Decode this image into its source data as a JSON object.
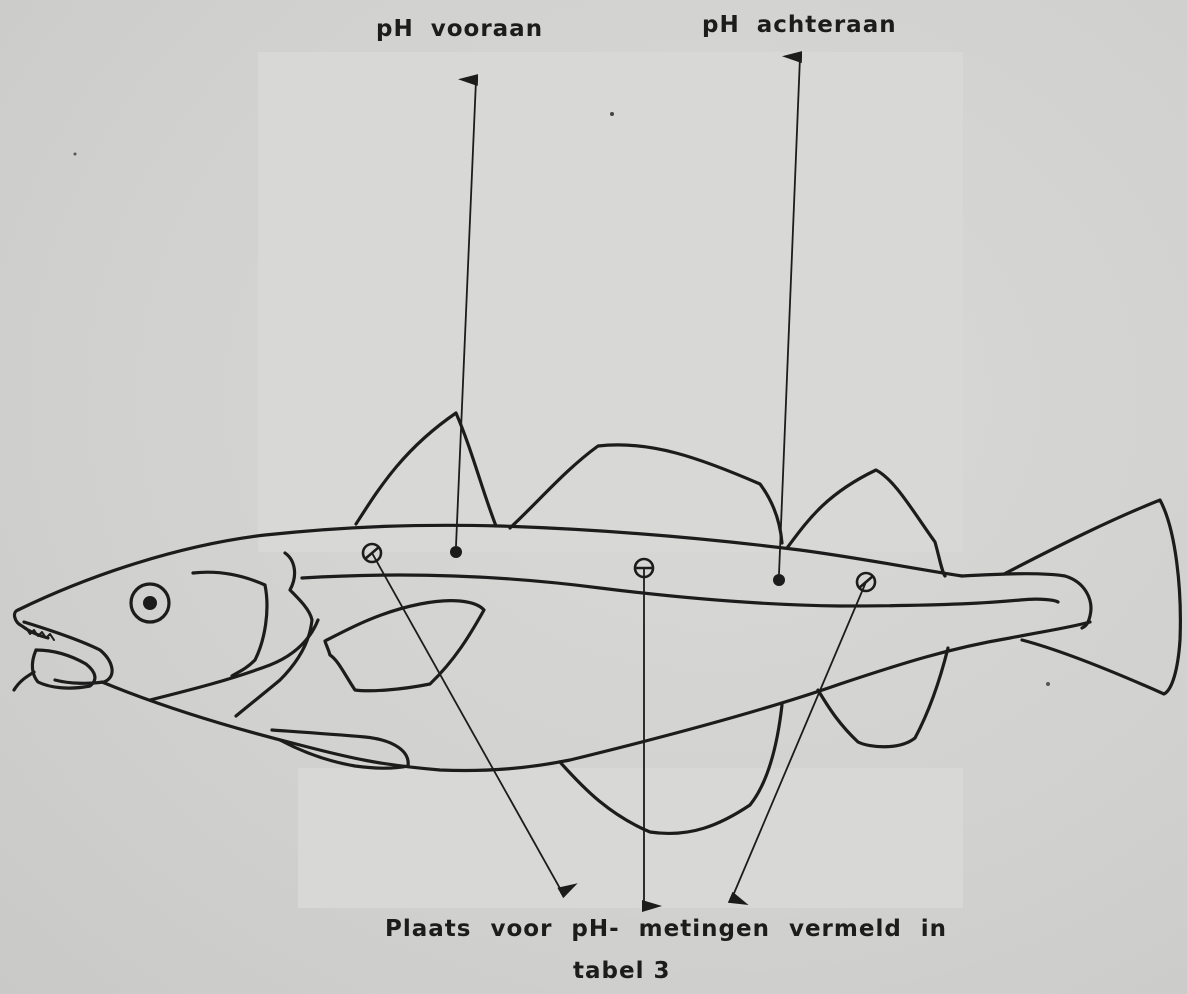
{
  "labels": {
    "ph_front": "pH vooraan",
    "ph_back": "pH achteraan"
  },
  "caption": {
    "line1": "Plaats voor pH- metingen vermeld in",
    "line2": "tabel 3"
  },
  "colors": {
    "ink": "#1c1c1c",
    "paper": "#d3d3d1"
  }
}
